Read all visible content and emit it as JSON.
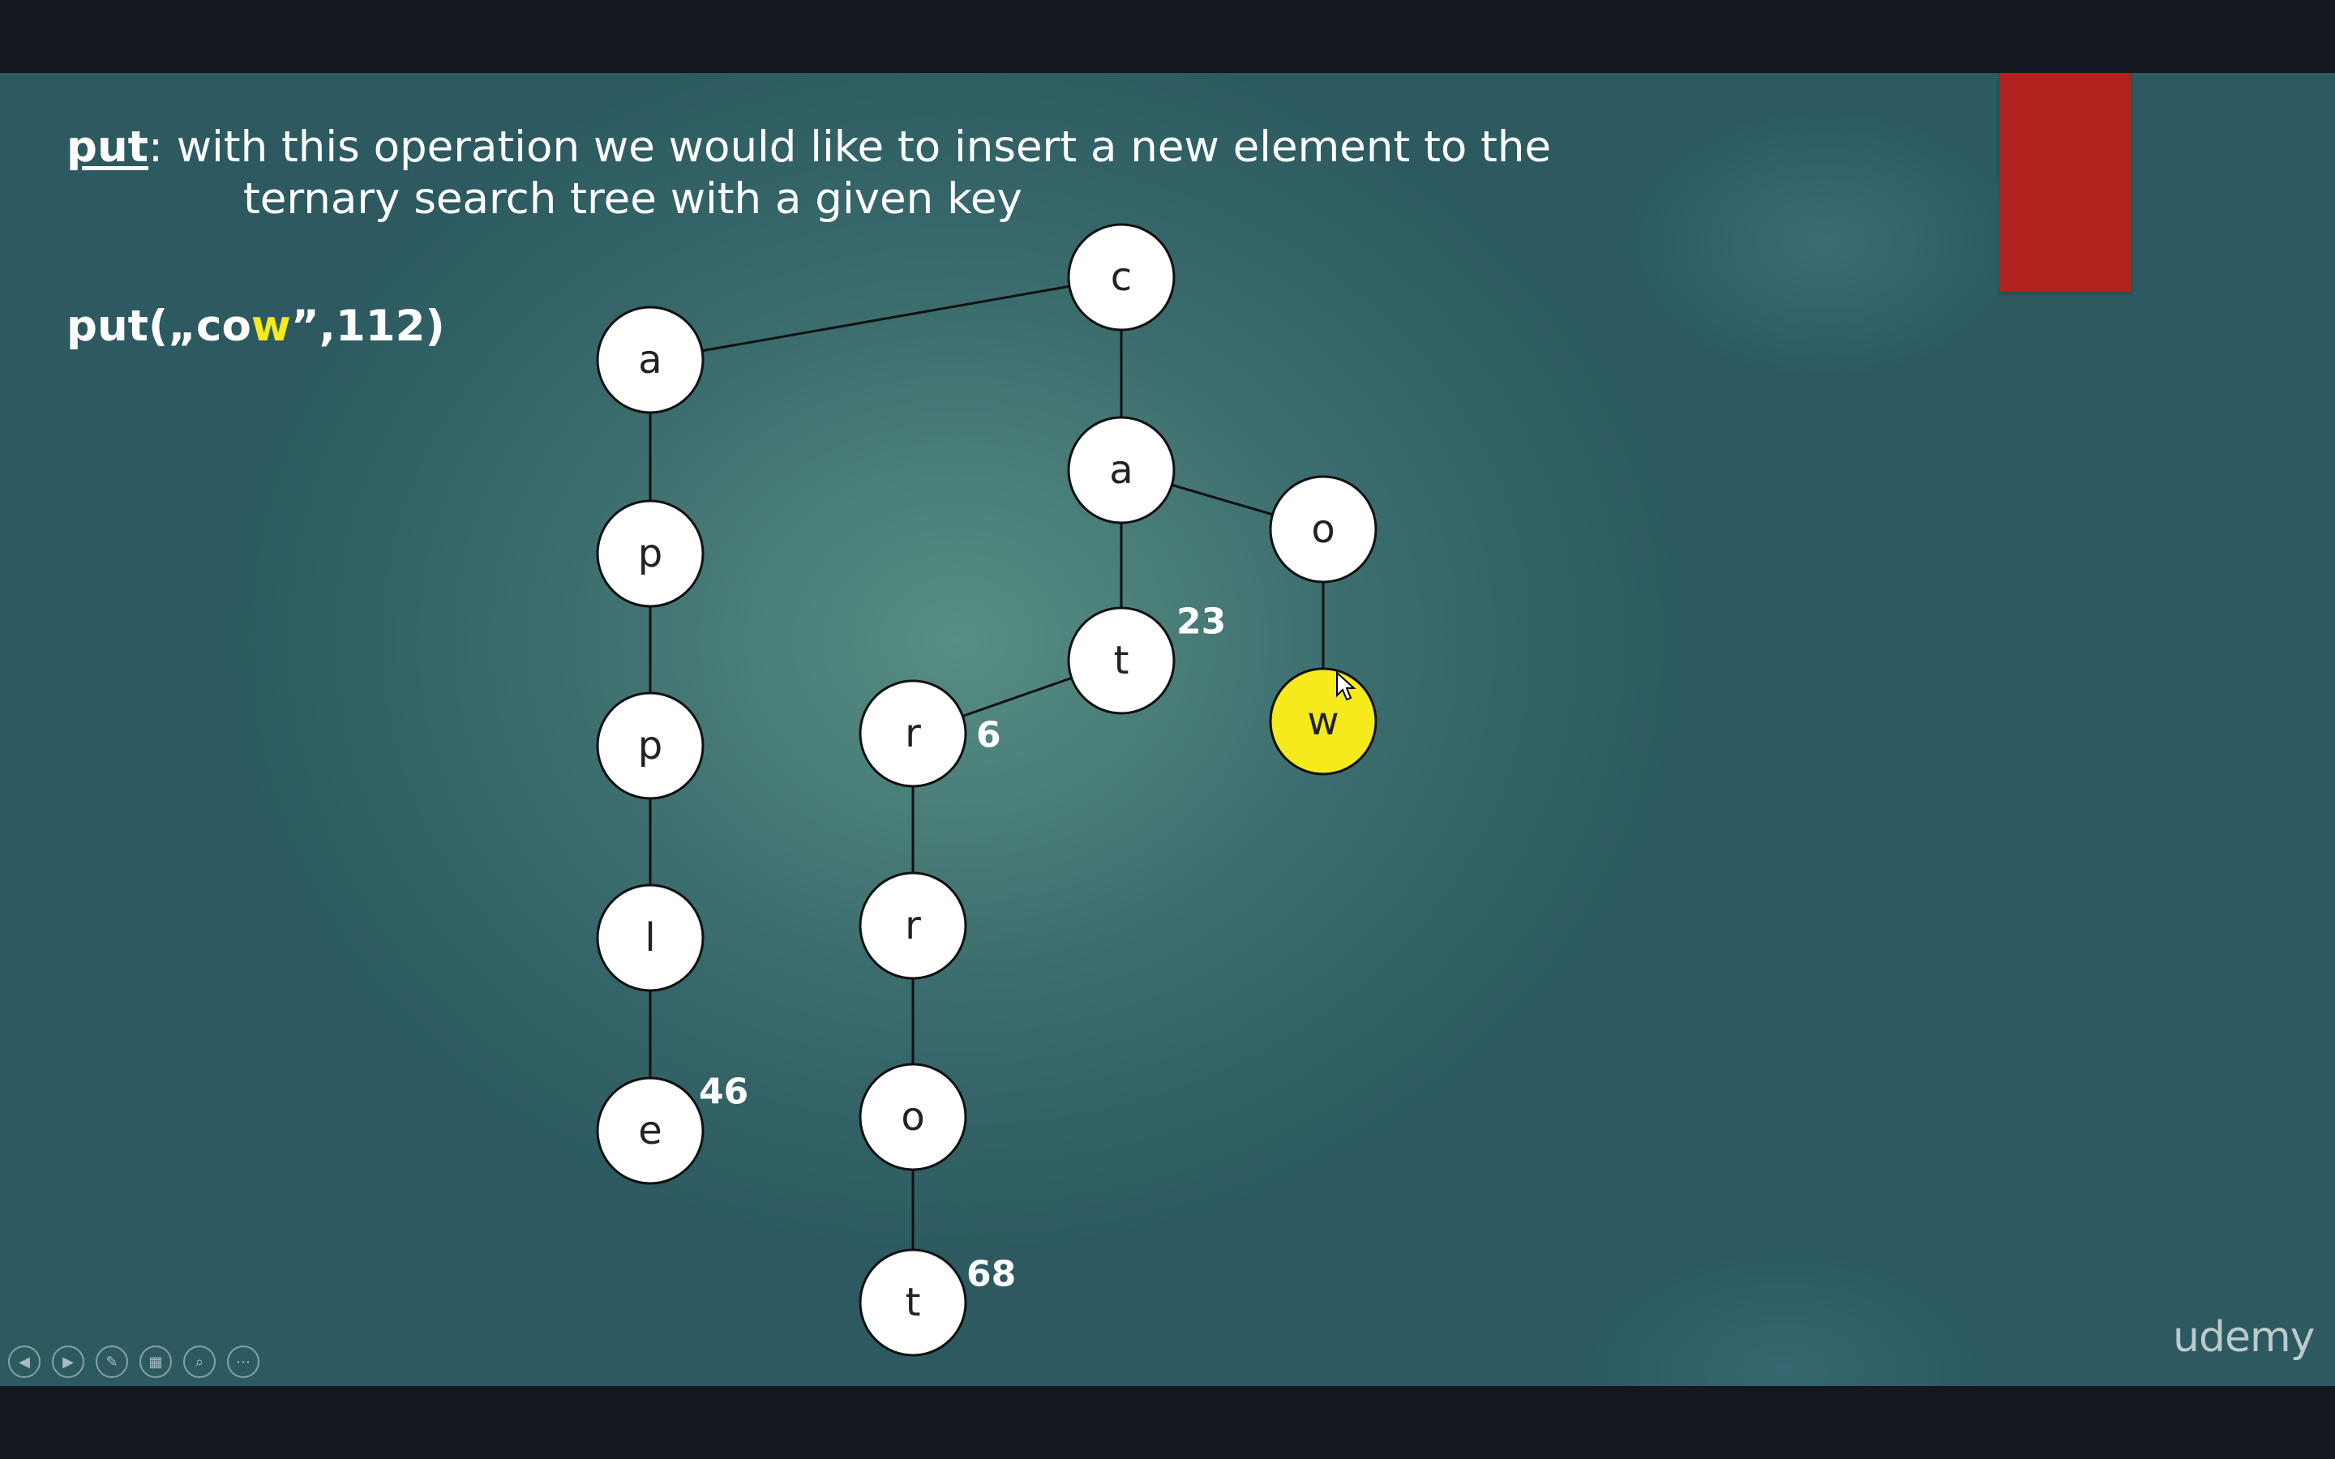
{
  "description": {
    "keyword": "put",
    "text_line1": ": with this operation we would like to insert a new element to the",
    "text_line2": "ternary search tree with a given key"
  },
  "call": {
    "prefix": "put(„co",
    "highlight": "w",
    "suffix": "”,112)"
  },
  "tree": {
    "nodes": [
      {
        "id": "c",
        "letter": "c",
        "value": ""
      },
      {
        "id": "a1",
        "letter": "a",
        "value": ""
      },
      {
        "id": "p1",
        "letter": "p",
        "value": ""
      },
      {
        "id": "p2",
        "letter": "p",
        "value": ""
      },
      {
        "id": "l",
        "letter": "l",
        "value": ""
      },
      {
        "id": "e",
        "letter": "e",
        "value": "46"
      },
      {
        "id": "a2",
        "letter": "a",
        "value": ""
      },
      {
        "id": "o1",
        "letter": "o",
        "value": ""
      },
      {
        "id": "t1",
        "letter": "t",
        "value": "23"
      },
      {
        "id": "w",
        "letter": "w",
        "value": "",
        "highlighted": true
      },
      {
        "id": "r1",
        "letter": "r",
        "value": "6"
      },
      {
        "id": "r2",
        "letter": "r",
        "value": ""
      },
      {
        "id": "o2",
        "letter": "o",
        "value": ""
      },
      {
        "id": "t2",
        "letter": "t",
        "value": "68"
      }
    ],
    "edges": [
      [
        "c",
        "a1"
      ],
      [
        "c",
        "a2"
      ],
      [
        "a1",
        "p1"
      ],
      [
        "p1",
        "p2"
      ],
      [
        "p2",
        "l"
      ],
      [
        "l",
        "e"
      ],
      [
        "a2",
        "o1"
      ],
      [
        "a2",
        "t1"
      ],
      [
        "o1",
        "w"
      ],
      [
        "t1",
        "r1"
      ],
      [
        "r1",
        "r2"
      ],
      [
        "r2",
        "o2"
      ],
      [
        "o2",
        "t2"
      ]
    ]
  },
  "colors": {
    "highlight": "#f4ea1c",
    "red_block": "#b0221d",
    "node_fill": "#ffffff"
  },
  "controls": [
    {
      "name": "previous-slide-icon",
      "glyph": "◀"
    },
    {
      "name": "next-slide-icon",
      "glyph": "▶"
    },
    {
      "name": "pen-icon",
      "glyph": "✎"
    },
    {
      "name": "slides-grid-icon",
      "glyph": "▦"
    },
    {
      "name": "zoom-icon",
      "glyph": "⌕"
    },
    {
      "name": "more-options-icon",
      "glyph": "⋯"
    }
  ],
  "brand": "udemy"
}
